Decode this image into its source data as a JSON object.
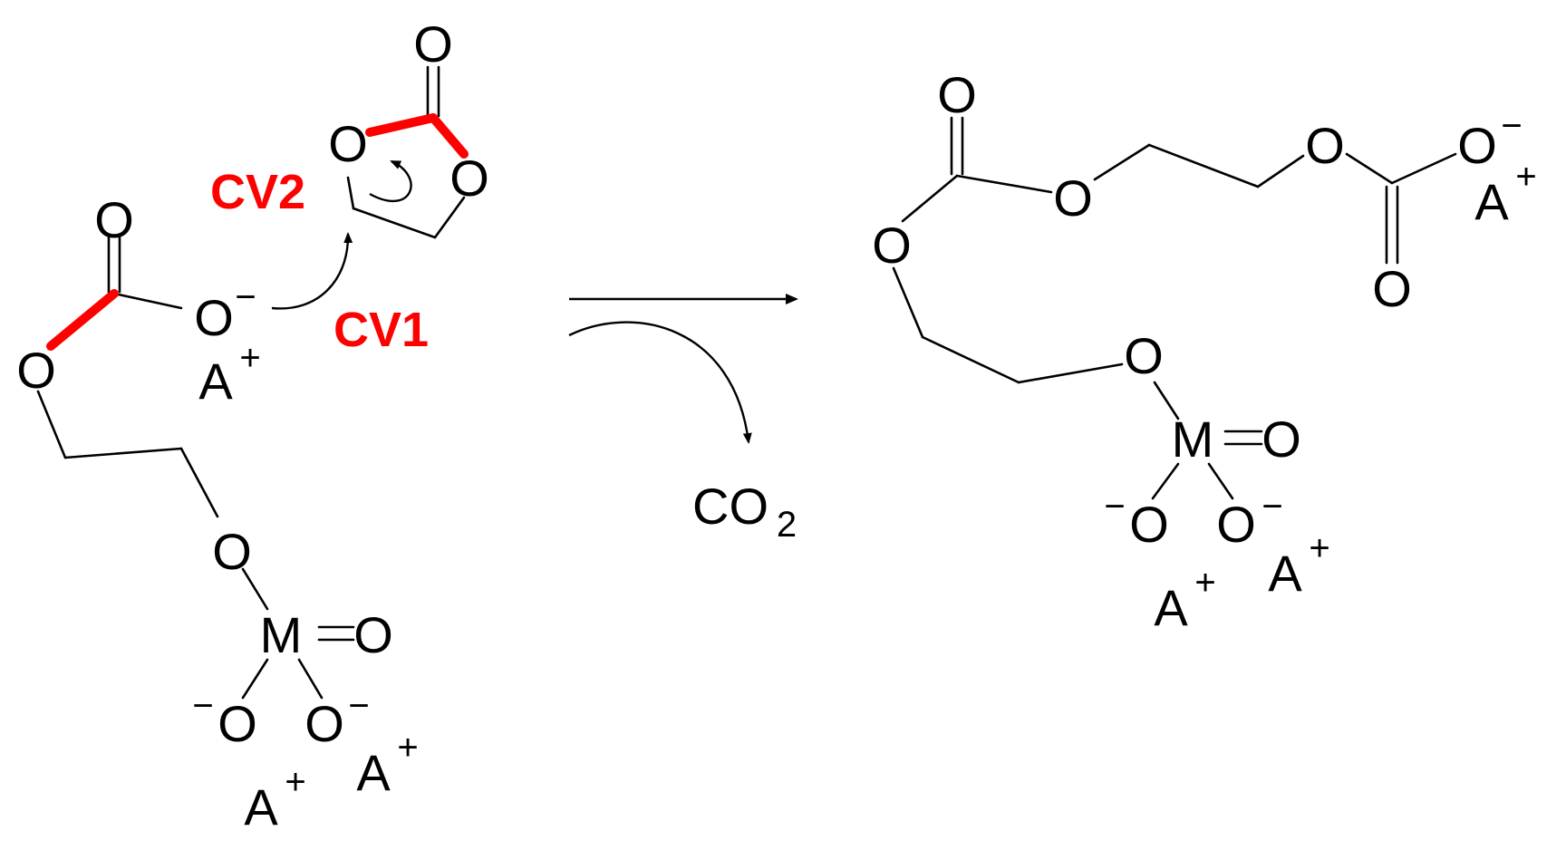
{
  "colors": {
    "highlight": "#ff0000",
    "ink": "#000000",
    "background": "#ffffff"
  },
  "labels": {
    "oxygen": "O",
    "metal": "M",
    "cation": "A",
    "plus": "+",
    "minus": "−",
    "cv1": "CV1",
    "cv2": "CV2",
    "co2_main": "CO",
    "co2_sub": "2"
  }
}
